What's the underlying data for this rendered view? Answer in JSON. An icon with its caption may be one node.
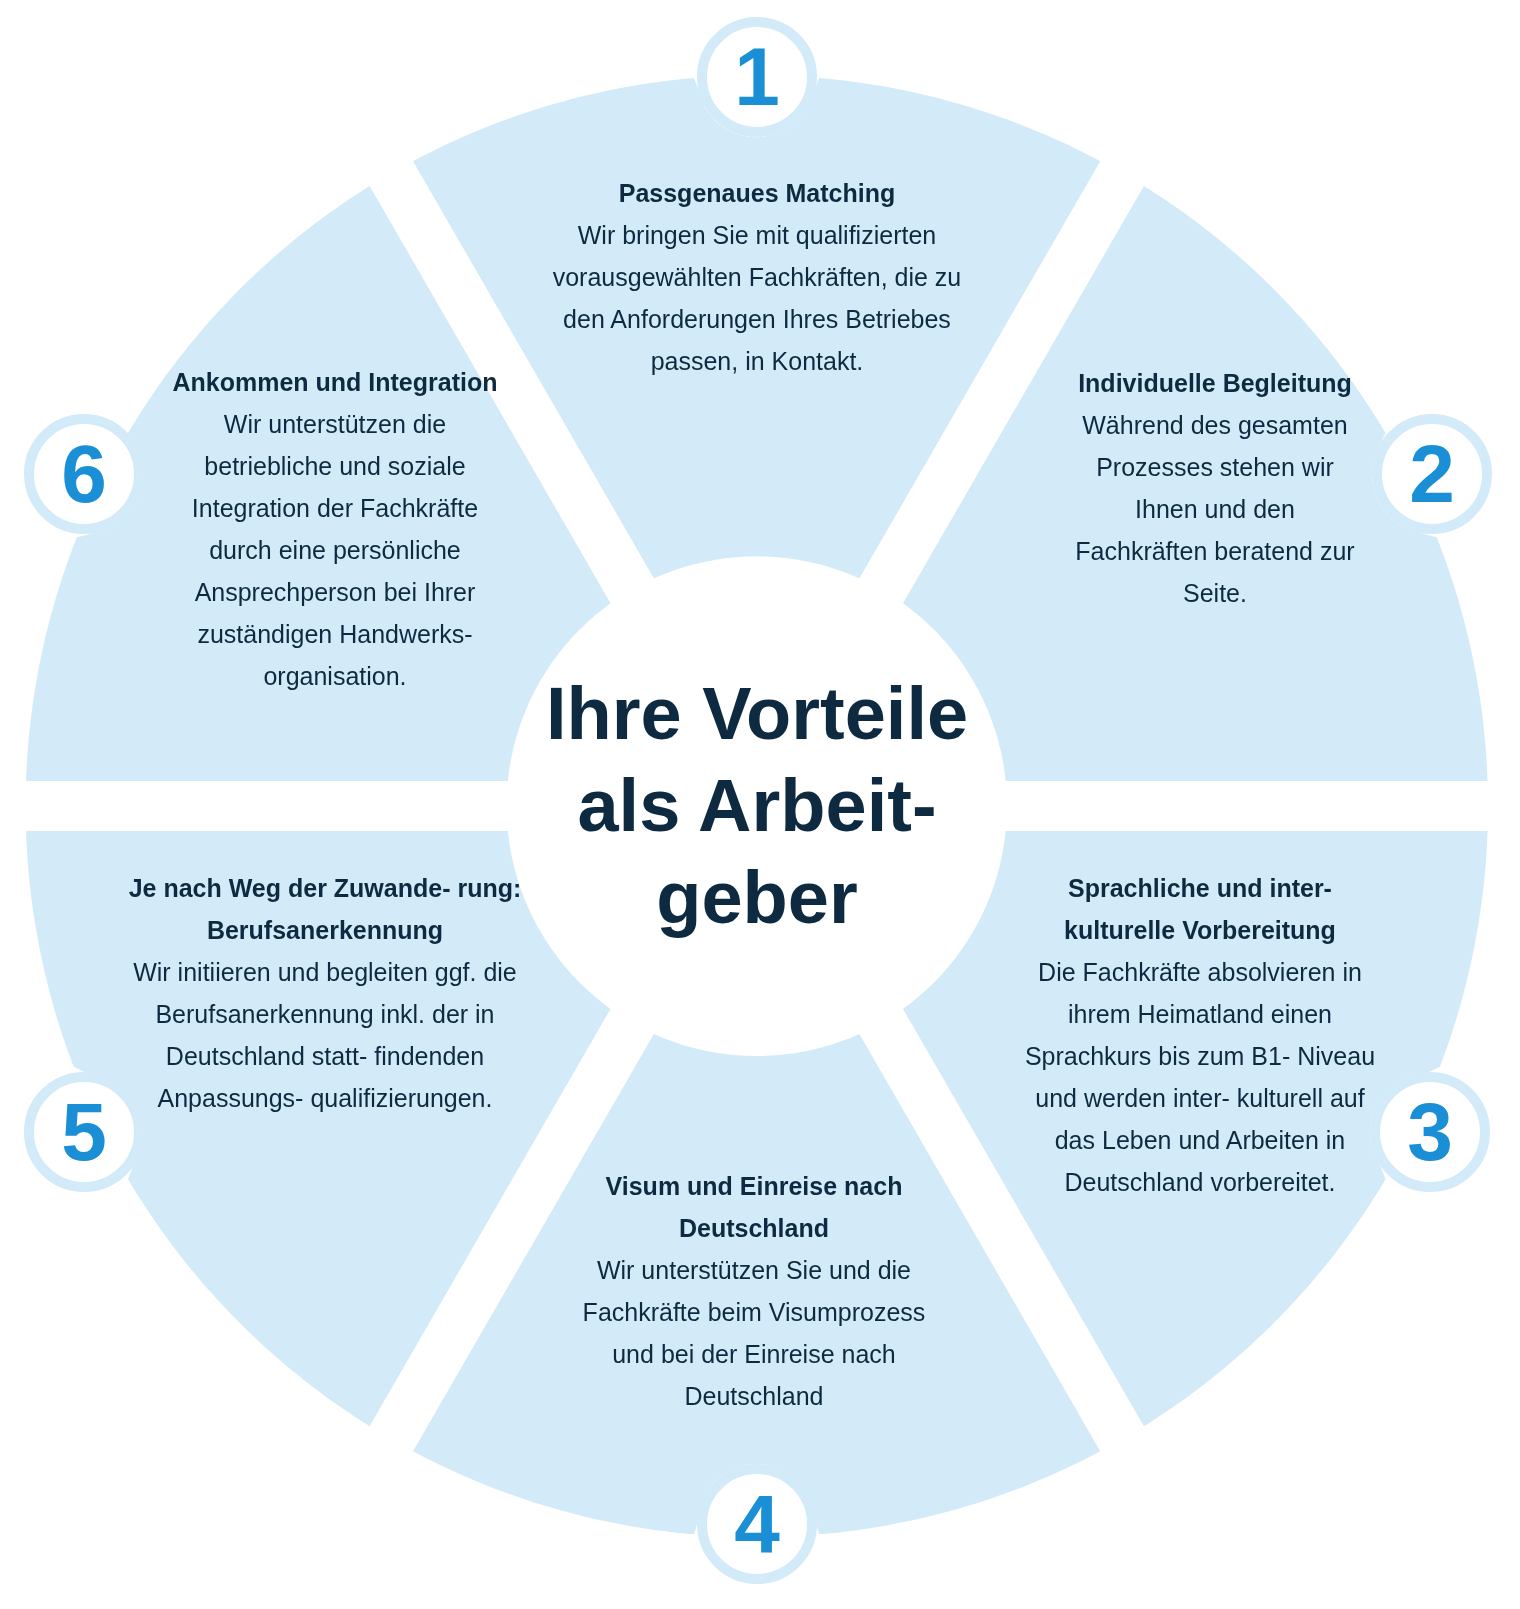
{
  "diagram": {
    "nodes": [
      {
        "text": [
          "1"
        ]
      },
      {
        "text": [
          "Passgenaues Matching",
          "Wir bringen Sie mit qualifizierten vorausgewählten Fachkräften, die zu den Anforderungen Ihres Betriebes passen, in Kontakt."
        ]
      },
      {
        "text": [
          "2"
        ]
      },
      {
        "text": [
          "Individuelle Begleitung",
          "Während des gesamten Prozesses stehen wir Ihnen und den Fachkräften beratend zur Seite."
        ]
      },
      {
        "text": [
          "3"
        ]
      },
      {
        "text": [
          "Sprachliche und inter- kulturelle Vorbereitung",
          "Die Fachkräfte absolvieren in ihrem Heimatland einen Sprachkurs bis zum B1- Niveau und werden inter- kulturell auf das Leben und Arbeiten in Deutschland vorbereitet."
        ]
      },
      {
        "text": [
          "4"
        ]
      },
      {
        "text": [
          "Visum und Einreise nach Deutschland",
          "Wir unterstützen Sie und die Fachkräfte beim Visumprozess und bei der Einreise nach Deutschland"
        ]
      },
      {
        "text": [
          "5"
        ]
      },
      {
        "text": [
          "Je nach Weg der Zuwande- rung: Berufsanerkennung",
          "Wir initiieren und begleiten ggf. die Berufsanerkennung inkl. der in Deutschland statt- findenden Anpassungs- qualifizierungen."
        ]
      },
      {
        "text": [
          "6"
        ]
      },
      {
        "text": [
          "Ankommen und Integration",
          "Wir unterstützen die betriebliche und soziale Integration der Fachkräfte durch eine persönliche Ansprechperson bei Ihrer zuständigen Handwerks- organisation."
        ]
      },
      {
        "text": [
          "Ihre Vorteile als Arbeit- geber"
        ]
      }
    ]
  }
}
